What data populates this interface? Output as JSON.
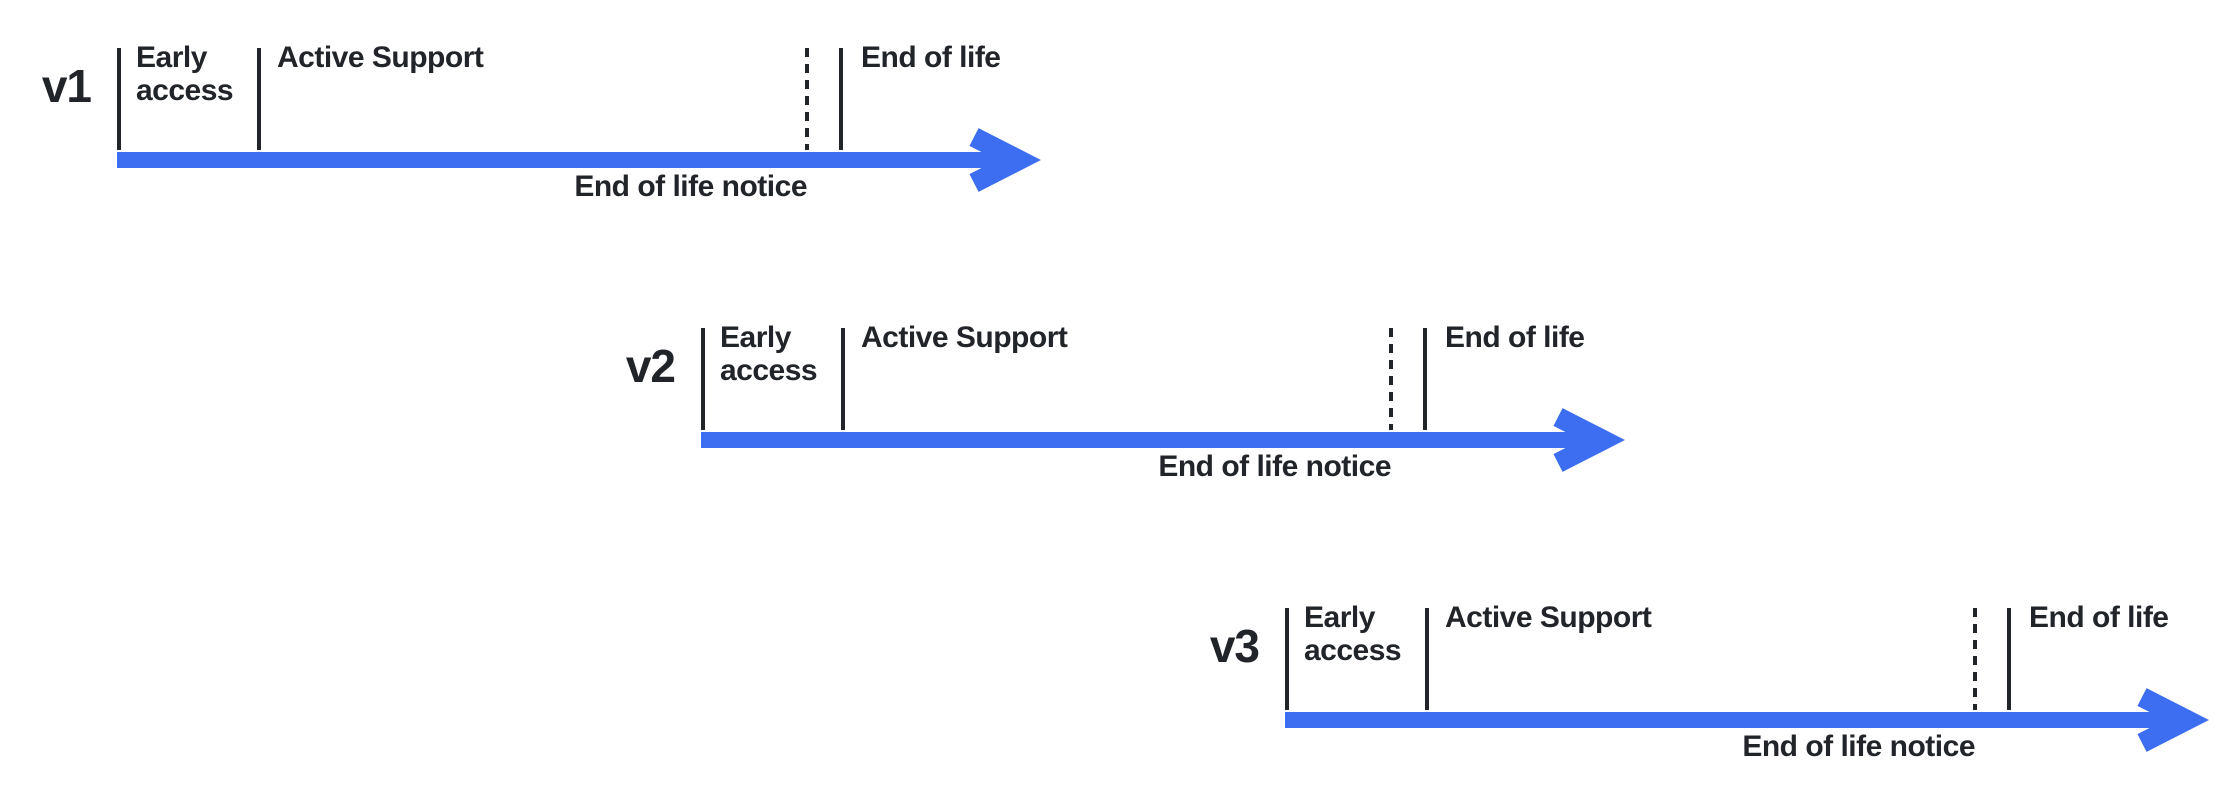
{
  "colors": {
    "background": "#ffffff",
    "accent_blue": "#3D6EF2",
    "ink": "#212429"
  },
  "versions": [
    {
      "label": "v1",
      "phases": {
        "early_access": "Early access",
        "active_support": "Active Support",
        "end_of_life": "End of life",
        "end_of_life_notice": "End of life notice"
      }
    },
    {
      "label": "v2",
      "phases": {
        "early_access": "Early access",
        "active_support": "Active Support",
        "end_of_life": "End of life",
        "end_of_life_notice": "End of life notice"
      }
    },
    {
      "label": "v3",
      "phases": {
        "early_access": "Early access",
        "active_support": "Active Support",
        "end_of_life": "End of life",
        "end_of_life_notice": "End of life notice"
      }
    }
  ]
}
